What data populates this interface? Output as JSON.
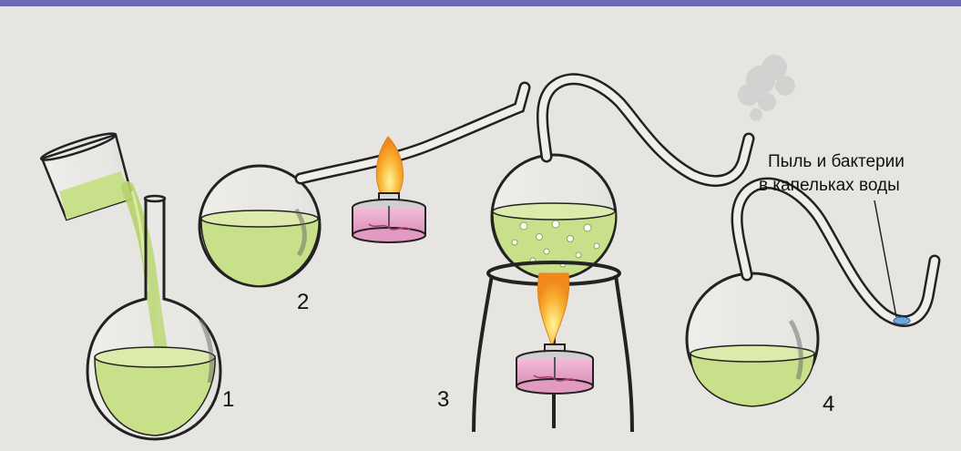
{
  "labels": {
    "flask1": "1",
    "flask2": "2",
    "flask3": "3",
    "flask4": "4"
  },
  "annotation": {
    "line1": "Пыль и бактерии",
    "line2": "в капельках воды"
  },
  "colors": {
    "top_border": "#6c6ab6",
    "broth": "#c9e08a",
    "broth_dark": "#a9c95c",
    "flame_outer": "#f6a21e",
    "flame_inner": "#ffe46a",
    "burner_pink": "#e9a6c8",
    "background": "#e6e5e1"
  }
}
